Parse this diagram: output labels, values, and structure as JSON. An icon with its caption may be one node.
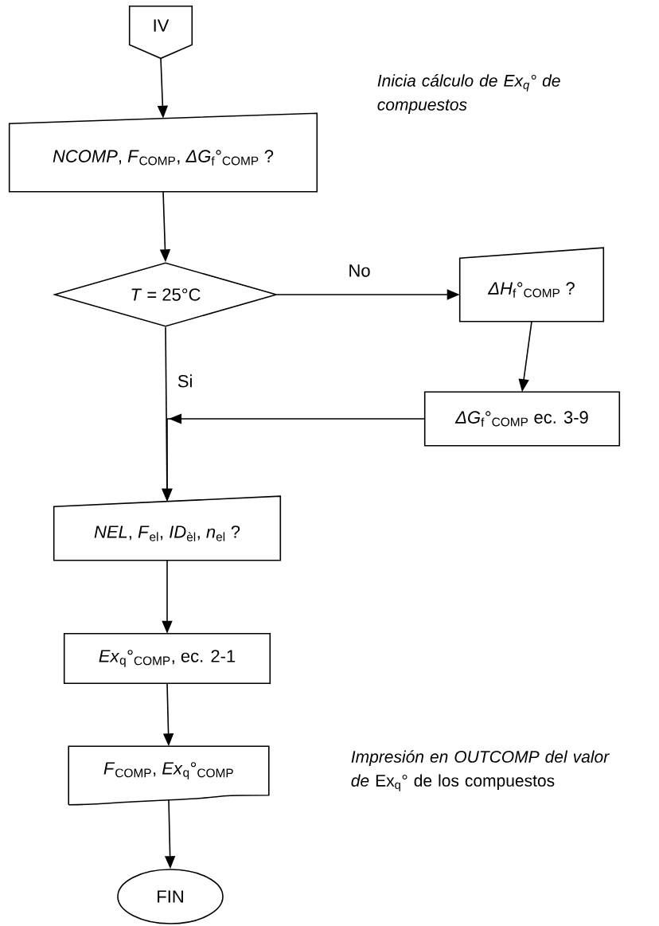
{
  "diagram": {
    "nodes": [
      {
        "text": [
          "IV"
        ]
      },
      {
        "text": [
          "*NCOMP*, *F*$_{COMP}$, *ΔG*$_{f}$°$_{COMP}$ ?"
        ]
      },
      {
        "text": [
          "*T* = 25°C"
        ]
      },
      {
        "text": [
          "*ΔH*$_{f}$°$_{COMP}$ ?"
        ]
      },
      {
        "text": [
          "*ΔG*$_{f}$°$_{COMP}$ ec. 3-9"
        ]
      },
      {
        "text": [
          "*NEL*, *F*$_{el}$, *ID*$_{èl}$, *n*$_{el}$ ?"
        ]
      },
      {
        "text": [
          "*Ex*$_{q}$°$_{COMP}$, ec. 2-1"
        ]
      },
      {
        "text": [
          "*F*$_{COMP}$, *Ex*$_{q}$°$_{COMP}$"
        ]
      },
      {
        "text": [
          "FIN"
        ]
      }
    ],
    "edges": [
      {
        "from": 0,
        "to": 1,
        "arrow": "to"
      },
      {
        "from": 1,
        "to": 2,
        "arrow": "to"
      },
      {
        "from": 2,
        "to": 3,
        "arrow": "to",
        "label": "No"
      },
      {
        "from": 3,
        "to": 4,
        "arrow": "to"
      },
      {
        "from": 4,
        "to": 5,
        "arrow": "to"
      },
      {
        "from": 2,
        "to": 5,
        "arrow": "to",
        "label": "Si"
      },
      {
        "from": 5,
        "to": 6,
        "arrow": "to"
      },
      {
        "from": 6,
        "to": 7,
        "arrow": "to"
      },
      {
        "from": 7,
        "to": 8,
        "arrow": "to"
      }
    ],
    "labels": [
      "Inicia cálculo de Ex$_{q}$° de compuestos",
      "*Impresión en OUTCOMP del valor de* Ex$_{q}$° de los compuestos"
    ]
  }
}
